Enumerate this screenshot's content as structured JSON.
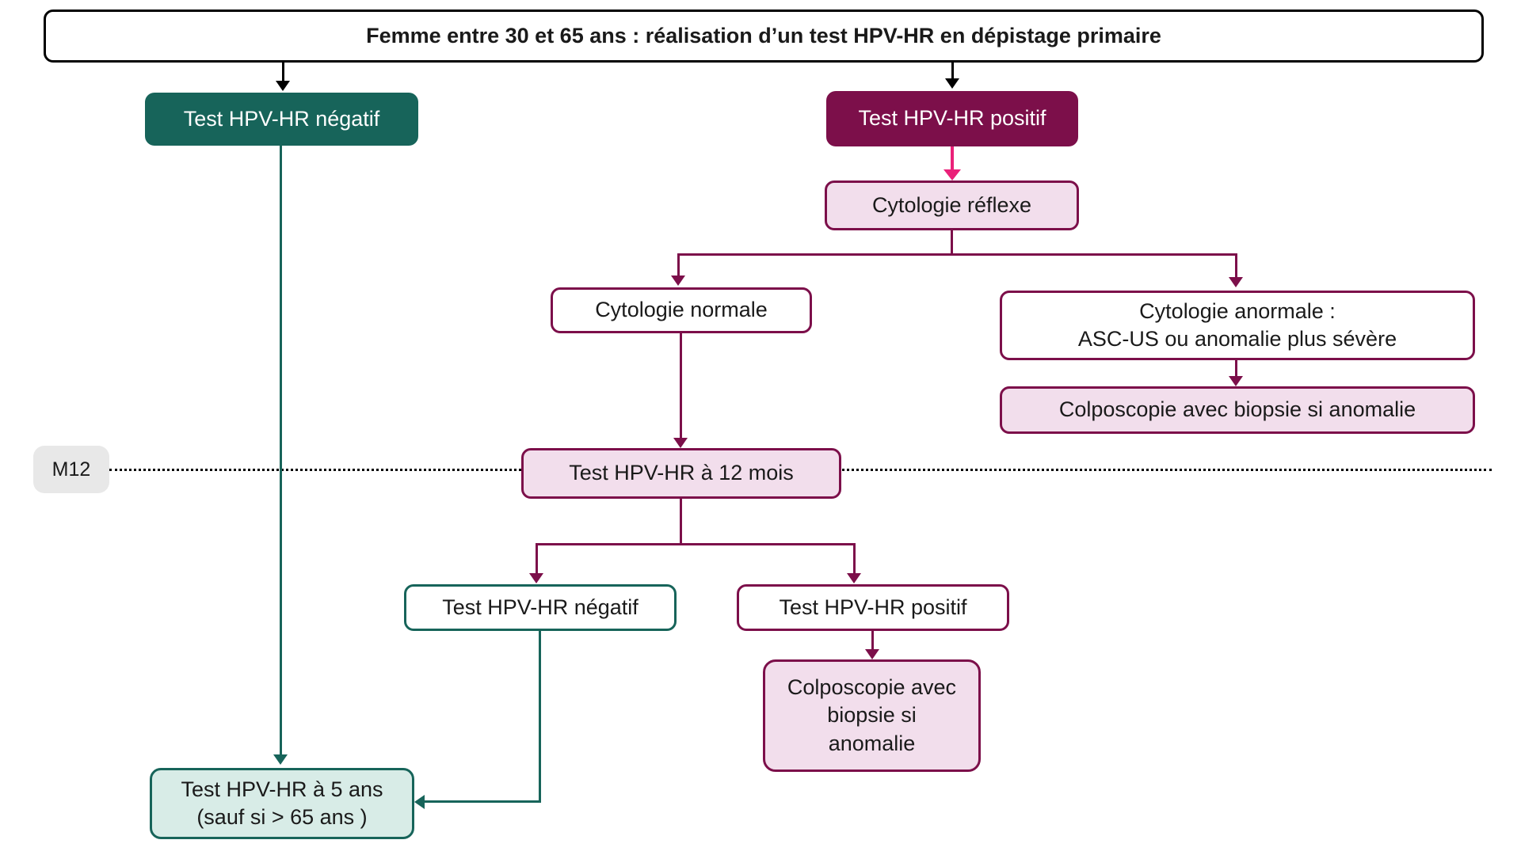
{
  "diagram": {
    "title": "Femme entre 30 et 65 ans : réalisation d’un test HPV-HR en dépistage primaire",
    "timeline_label": "M12",
    "nodes": {
      "hpv_negatif_initial": {
        "label": "Test HPV-HR négatif"
      },
      "hpv_positif_initial": {
        "label": "Test HPV-HR positif"
      },
      "cytologie_reflexe": {
        "label": "Cytologie réflexe"
      },
      "cytologie_normale": {
        "label": "Cytologie normale"
      },
      "cytologie_anormale": {
        "line1": "Cytologie anormale :",
        "line2": "ASC-US ou anomalie plus sévère"
      },
      "colposcopie_1": {
        "label": "Colposcopie avec biopsie si anomalie"
      },
      "hpv_12_mois": {
        "label": "Test HPV-HR à 12 mois"
      },
      "hpv_negatif_12m": {
        "label": "Test HPV-HR négatif"
      },
      "hpv_positif_12m": {
        "label": "Test HPV-HR positif"
      },
      "colposcopie_2": {
        "line1": "Colposcopie avec",
        "line2": "biopsie si",
        "line3": "anomalie"
      },
      "hpv_5_ans": {
        "line1": "Test HPV-HR à 5 ans",
        "line2": "(sauf si > 65 ans )"
      }
    },
    "colors": {
      "teal_dark": "#17645A",
      "teal_light_fill": "#D8ECE7",
      "magenta_dark": "#7C0F4A",
      "pink_light_fill": "#F2DEEC",
      "pink_arrow": "#EA2179",
      "black": "#000000",
      "gray_label_fill": "#E8E8E8"
    }
  }
}
